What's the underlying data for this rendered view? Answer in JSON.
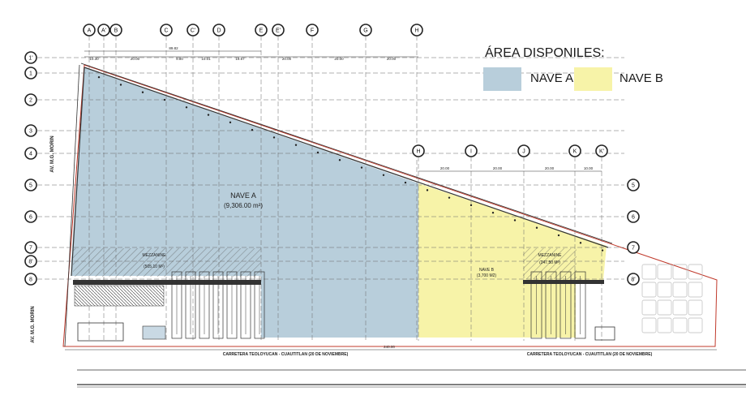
{
  "legend": {
    "title": "ÁREA DISPONILES:",
    "items": [
      {
        "label": "NAVE A",
        "color": "#b8cedb"
      },
      {
        "label": "NAVE B",
        "color": "#f7f3a8"
      }
    ]
  },
  "grid": {
    "top_columns": [
      "A",
      "A'",
      "B",
      "C",
      "C'",
      "D",
      "E",
      "E'",
      "F",
      "G",
      "H"
    ],
    "mid_columns": [
      "H",
      "I",
      "J",
      "K",
      "K'"
    ],
    "left_rows": [
      "1'",
      "1",
      "2",
      "3",
      "4",
      "5",
      "6",
      "7",
      "8'",
      "8"
    ],
    "right_rows": [
      "5",
      "6",
      "7",
      "8'"
    ]
  },
  "dims": {
    "top": [
      "10.30",
      "20.00",
      "9.80",
      "10.01",
      "19.67",
      "20.00",
      "20.00",
      "20.00"
    ],
    "top_total": "89.82",
    "mid": [
      "20.00",
      "20.00",
      "20.00",
      "10.00"
    ],
    "bottom_total": "240.00"
  },
  "nave_a": {
    "name": "NAVE A",
    "area": "(9,306.00 m²)"
  },
  "nave_b": {
    "name": "NAVE B",
    "area": "(3,700 M2)"
  },
  "mezzanine_a": {
    "name": "MEZZANINE",
    "area": "(505.10 M²)"
  },
  "mezzanine_b": {
    "name": "MEZZANINE",
    "area": "(247.50 M²)"
  },
  "streets": {
    "left_top": "AV. M.G. MORIN",
    "left_bottom": "AV. M.G. MORIN",
    "bottom_left": "CARRETERA TEOLOYUCAN - CUAUTITLAN (20 DE NOVIEMBRE)",
    "bottom_right": "CARRETERA TEOLOYUCAN - CUAUTITLAN (20 DE NOVIEMBRE)"
  }
}
